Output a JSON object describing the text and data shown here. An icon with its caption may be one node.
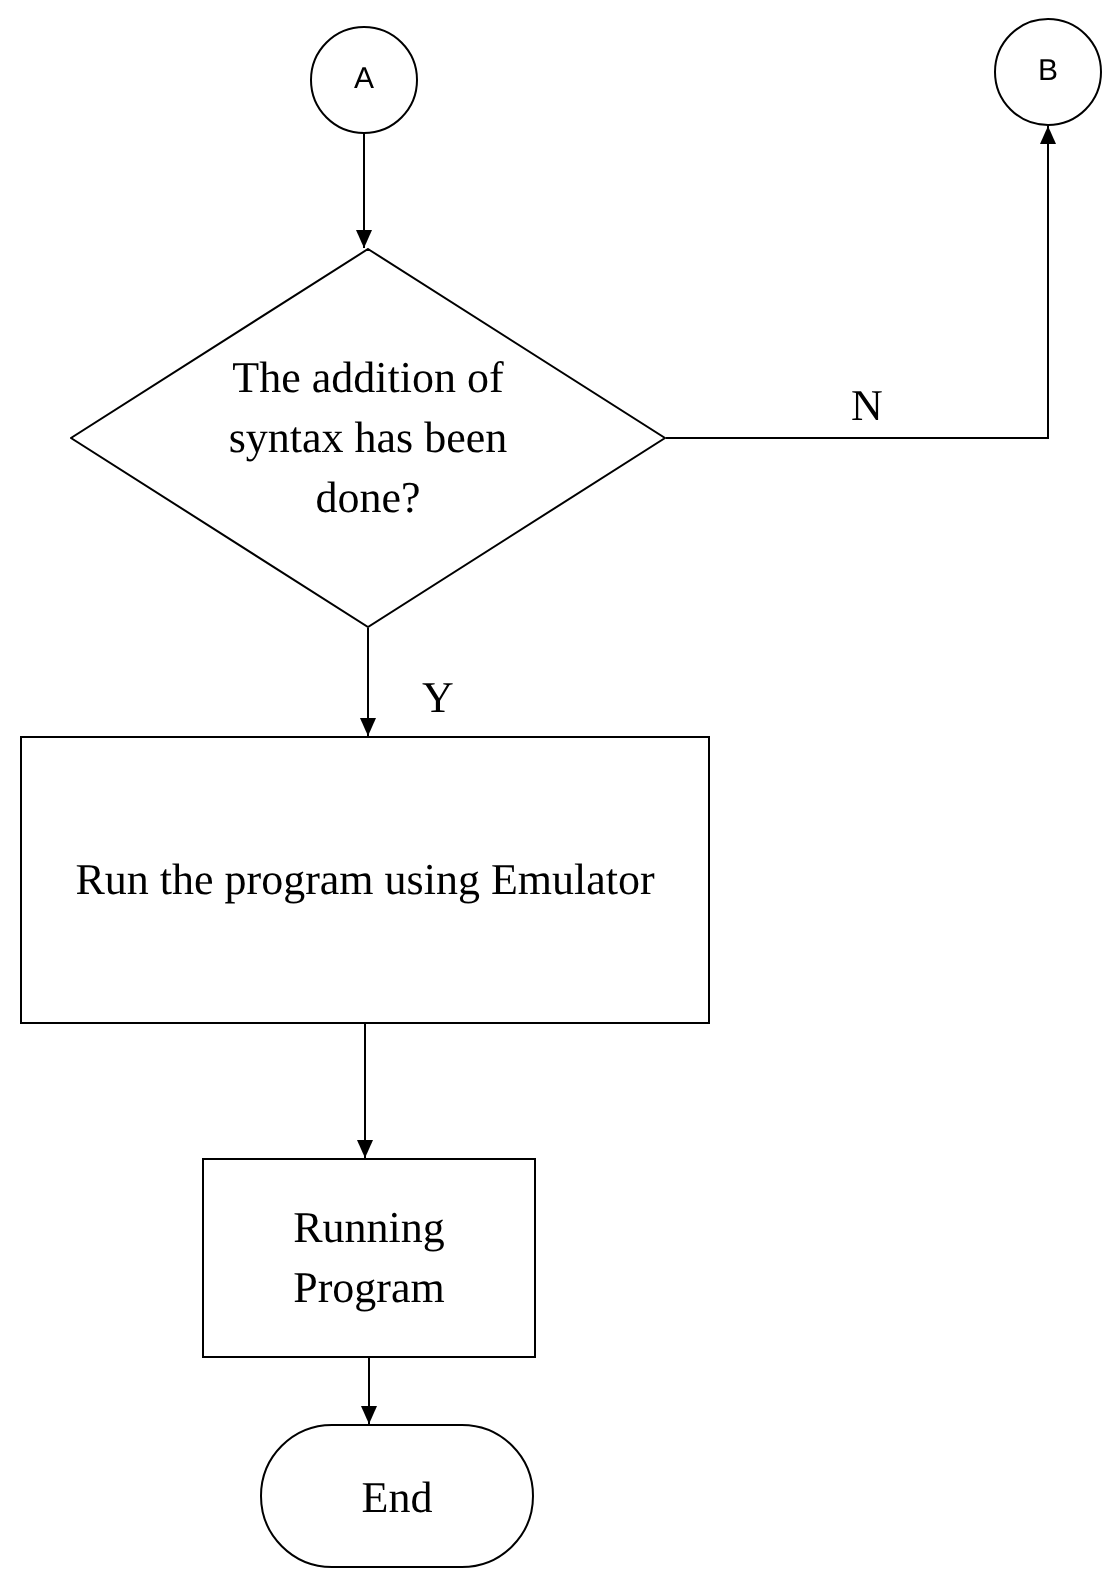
{
  "diagram": {
    "nodes": [
      {
        "text": [
          "A"
        ]
      },
      {
        "text": [
          "B"
        ]
      },
      {
        "text": [
          "The addition of syntax has been done?"
        ]
      },
      {
        "text": [
          "Run the program using Emulator"
        ]
      },
      {
        "text": [
          "Running Program"
        ]
      },
      {
        "text": [
          "End"
        ]
      }
    ],
    "edges": [
      {
        "from": 0,
        "to": 2,
        "arrow": "to"
      },
      {
        "from": 2,
        "to": 1,
        "arrow": "to",
        "label": "N"
      },
      {
        "from": 2,
        "to": 3,
        "arrow": "to",
        "label": "Y"
      },
      {
        "from": 3,
        "to": 4,
        "arrow": "to"
      },
      {
        "from": 4,
        "to": 5,
        "arrow": "to"
      }
    ]
  }
}
